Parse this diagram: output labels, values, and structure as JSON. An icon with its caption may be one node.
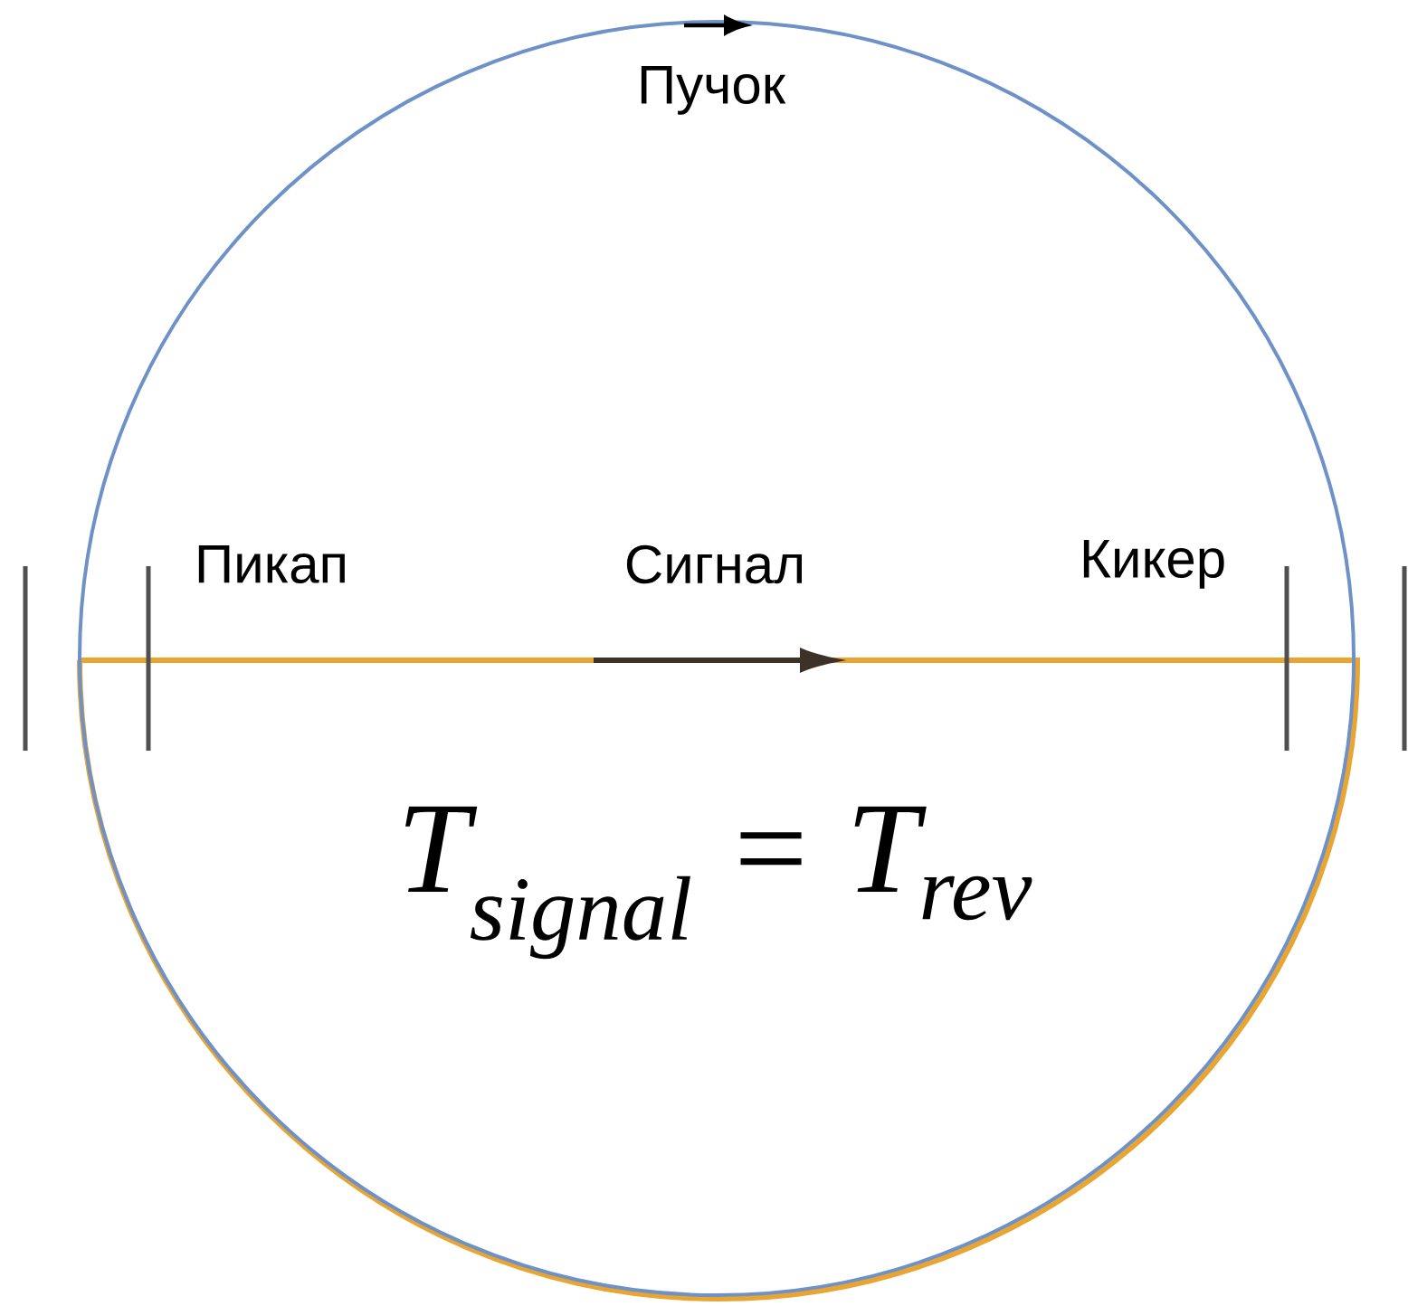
{
  "diagram": {
    "labels": [
      "Пучок",
      "Пикап",
      "Сигнал",
      "Кикер",
      "T$_{signal}$ = T$_{rev}$"
    ]
  }
}
